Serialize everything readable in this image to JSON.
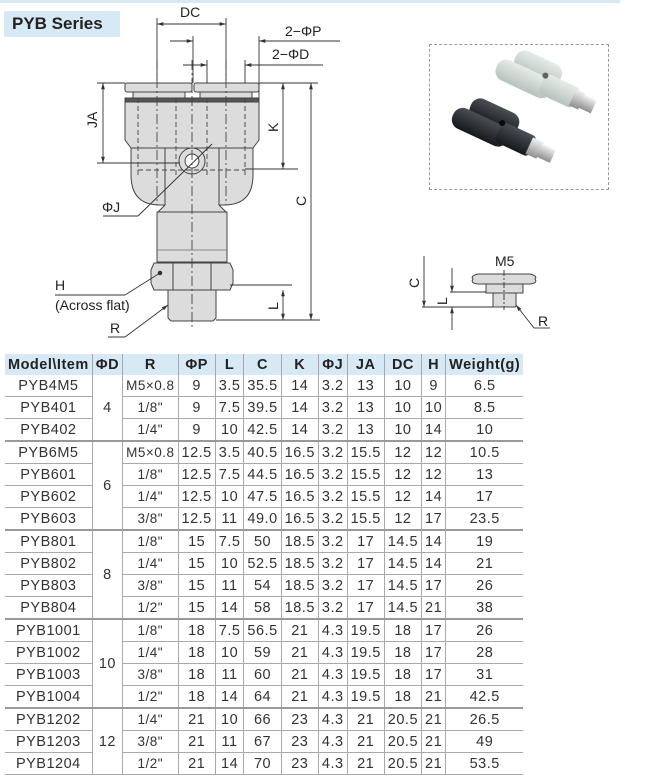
{
  "header": {
    "series_title": "PYB Series"
  },
  "drawing": {
    "labels": {
      "dc": "DC",
      "two_phi_p": "2−ΦP",
      "two_phi_d": "2−ΦD",
      "ja": "JA",
      "k": "K",
      "c": "C",
      "phi_j": "ΦJ",
      "h": "H",
      "across_flat": "(Across flat)",
      "r": "R",
      "l": "L"
    },
    "detail_m5": {
      "label": "M5",
      "c": "C",
      "l": "L",
      "r": "R"
    },
    "photo": {
      "description": "product photo: black and light-grey Y-union male fittings"
    }
  },
  "table": {
    "columns": [
      "Model\\Item",
      "ΦD",
      "R",
      "ΦP",
      "L",
      "C",
      "K",
      "ΦJ",
      "JA",
      "DC",
      "H",
      "Weight(g)"
    ],
    "groups": [
      {
        "phi_d": "4",
        "rows": [
          {
            "model": "PYB4M5",
            "r": "M5×0.8",
            "phi_p": "9",
            "l": "3.5",
            "c": "35.5",
            "k": "14",
            "phi_j": "3.2",
            "ja": "13",
            "dc": "10",
            "h": "9",
            "weight": "6.5"
          },
          {
            "model": "PYB401",
            "r": "1/8\"",
            "phi_p": "9",
            "l": "7.5",
            "c": "39.5",
            "k": "14",
            "phi_j": "3.2",
            "ja": "13",
            "dc": "10",
            "h": "10",
            "weight": "8.5"
          },
          {
            "model": "PYB402",
            "r": "1/4\"",
            "phi_p": "9",
            "l": "10",
            "c": "42.5",
            "k": "14",
            "phi_j": "3.2",
            "ja": "13",
            "dc": "10",
            "h": "14",
            "weight": "10"
          }
        ]
      },
      {
        "phi_d": "6",
        "rows": [
          {
            "model": "PYB6M5",
            "r": "M5×0.8",
            "phi_p": "12.5",
            "l": "3.5",
            "c": "40.5",
            "k": "16.5",
            "phi_j": "3.2",
            "ja": "15.5",
            "dc": "12",
            "h": "12",
            "weight": "10.5"
          },
          {
            "model": "PYB601",
            "r": "1/8\"",
            "phi_p": "12.5",
            "l": "7.5",
            "c": "44.5",
            "k": "16.5",
            "phi_j": "3.2",
            "ja": "15.5",
            "dc": "12",
            "h": "12",
            "weight": "13"
          },
          {
            "model": "PYB602",
            "r": "1/4\"",
            "phi_p": "12.5",
            "l": "10",
            "c": "47.5",
            "k": "16.5",
            "phi_j": "3.2",
            "ja": "15.5",
            "dc": "12",
            "h": "14",
            "weight": "17"
          },
          {
            "model": "PYB603",
            "r": "3/8\"",
            "phi_p": "12.5",
            "l": "11",
            "c": "49.0",
            "k": "16.5",
            "phi_j": "3.2",
            "ja": "15.5",
            "dc": "12",
            "h": "17",
            "weight": "23.5"
          }
        ]
      },
      {
        "phi_d": "8",
        "rows": [
          {
            "model": "PYB801",
            "r": "1/8\"",
            "phi_p": "15",
            "l": "7.5",
            "c": "50",
            "k": "18.5",
            "phi_j": "3.2",
            "ja": "17",
            "dc": "14.5",
            "h": "14",
            "weight": "19"
          },
          {
            "model": "PYB802",
            "r": "1/4\"",
            "phi_p": "15",
            "l": "10",
            "c": "52.5",
            "k": "18.5",
            "phi_j": "3.2",
            "ja": "17",
            "dc": "14.5",
            "h": "14",
            "weight": "21"
          },
          {
            "model": "PYB803",
            "r": "3/8\"",
            "phi_p": "15",
            "l": "11",
            "c": "54",
            "k": "18.5",
            "phi_j": "3.2",
            "ja": "17",
            "dc": "14.5",
            "h": "17",
            "weight": "26"
          },
          {
            "model": "PYB804",
            "r": "1/2\"",
            "phi_p": "15",
            "l": "14",
            "c": "58",
            "k": "18.5",
            "phi_j": "3.2",
            "ja": "17",
            "dc": "14.5",
            "h": "21",
            "weight": "38"
          }
        ]
      },
      {
        "phi_d": "10",
        "rows": [
          {
            "model": "PYB1001",
            "r": "1/8\"",
            "phi_p": "18",
            "l": "7.5",
            "c": "56.5",
            "k": "21",
            "phi_j": "4.3",
            "ja": "19.5",
            "dc": "18",
            "h": "17",
            "weight": "26"
          },
          {
            "model": "PYB1002",
            "r": "1/4\"",
            "phi_p": "18",
            "l": "10",
            "c": "59",
            "k": "21",
            "phi_j": "4.3",
            "ja": "19.5",
            "dc": "18",
            "h": "17",
            "weight": "28"
          },
          {
            "model": "PYB1003",
            "r": "3/8\"",
            "phi_p": "18",
            "l": "11",
            "c": "60",
            "k": "21",
            "phi_j": "4.3",
            "ja": "19.5",
            "dc": "18",
            "h": "17",
            "weight": "31"
          },
          {
            "model": "PYB1004",
            "r": "1/2\"",
            "phi_p": "18",
            "l": "14",
            "c": "64",
            "k": "21",
            "phi_j": "4.3",
            "ja": "19.5",
            "dc": "18",
            "h": "21",
            "weight": "42.5"
          }
        ]
      },
      {
        "phi_d": "12",
        "rows": [
          {
            "model": "PYB1202",
            "r": "1/4\"",
            "phi_p": "21",
            "l": "10",
            "c": "66",
            "k": "23",
            "phi_j": "4.3",
            "ja": "21",
            "dc": "20.5",
            "h": "21",
            "weight": "26.5"
          },
          {
            "model": "PYB1203",
            "r": "3/8\"",
            "phi_p": "21",
            "l": "11",
            "c": "67",
            "k": "23",
            "phi_j": "4.3",
            "ja": "21",
            "dc": "20.5",
            "h": "21",
            "weight": "49"
          },
          {
            "model": "PYB1204",
            "r": "1/2\"",
            "phi_p": "21",
            "l": "14",
            "c": "70",
            "k": "23",
            "phi_j": "4.3",
            "ja": "21",
            "dc": "20.5",
            "h": "21",
            "weight": "53.5"
          }
        ]
      }
    ]
  },
  "colors": {
    "header_bg": "#d6e9f5",
    "grid": "#a9a9a9",
    "part_fill": "#dcdcdc",
    "part_stroke": "#444444"
  }
}
